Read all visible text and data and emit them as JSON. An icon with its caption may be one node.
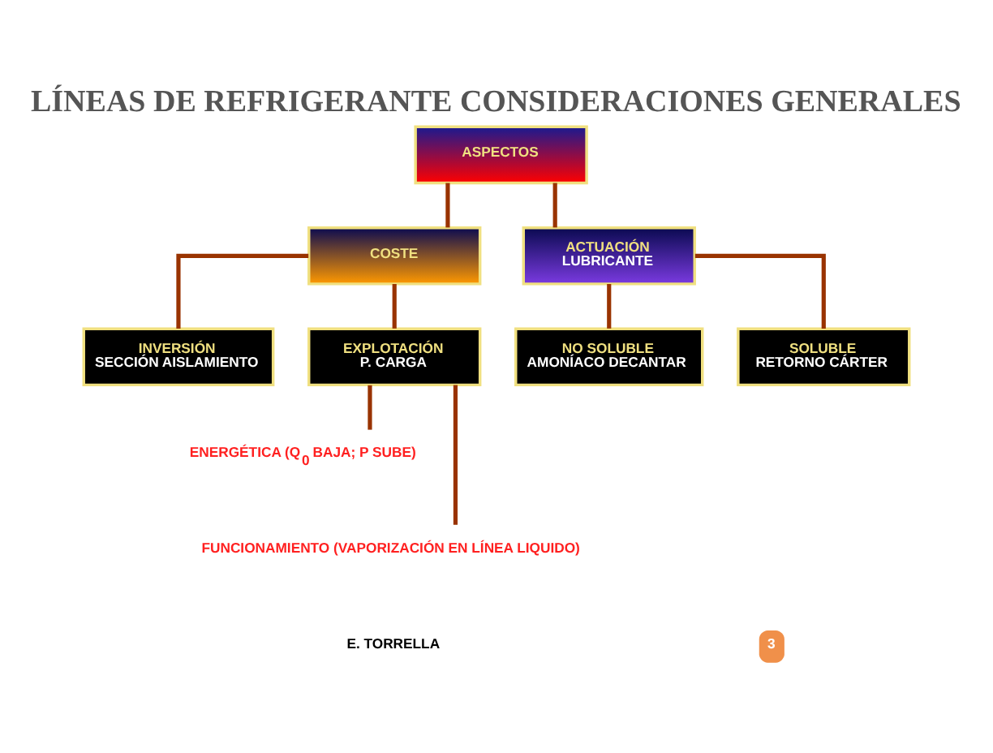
{
  "diagram": {
    "title": "LÍNEAS DE REFRIGERANTE CONSIDERACIONES GENERALES",
    "nodes": [
      {
        "text": [
          "ASPECTOS"
        ]
      },
      {
        "text": [
          "COSTE"
        ]
      },
      {
        "text": [
          "ACTUACIÓN",
          "LUBRICANTE"
        ]
      },
      {
        "text": [
          "INVERSIÓN",
          "SECCIÓN AISLAMIENTO"
        ]
      },
      {
        "text": [
          "EXPLOTACIÓN",
          "P. CARGA"
        ]
      },
      {
        "text": [
          "NO SOLUBLE",
          "AMONÍACO DECANTAR"
        ]
      },
      {
        "text": [
          "SOLUBLE",
          "RETORNO CÁRTER"
        ]
      },
      {
        "text": [
          "ENERGÉTICA (Q$_{0}$ BAJA; P SUBE)"
        ]
      },
      {
        "text": [
          "FUNCIONAMIENTO (VAPORIZACIÓN EN LÍNEA LIQUIDO)"
        ]
      }
    ],
    "edges": [
      {
        "from": 0,
        "to": 1,
        "arrow": "none"
      },
      {
        "from": 0,
        "to": 2,
        "arrow": "none"
      },
      {
        "from": 1,
        "to": 3,
        "arrow": "none"
      },
      {
        "from": 1,
        "to": 4,
        "arrow": "none"
      },
      {
        "from": 2,
        "to": 5,
        "arrow": "none"
      },
      {
        "from": 2,
        "to": 6,
        "arrow": "none"
      },
      {
        "from": 4,
        "to": 7,
        "arrow": "none"
      },
      {
        "from": 4,
        "to": 8,
        "arrow": "none"
      }
    ],
    "labels": [
      "E. TORRELLA",
      "3"
    ]
  }
}
